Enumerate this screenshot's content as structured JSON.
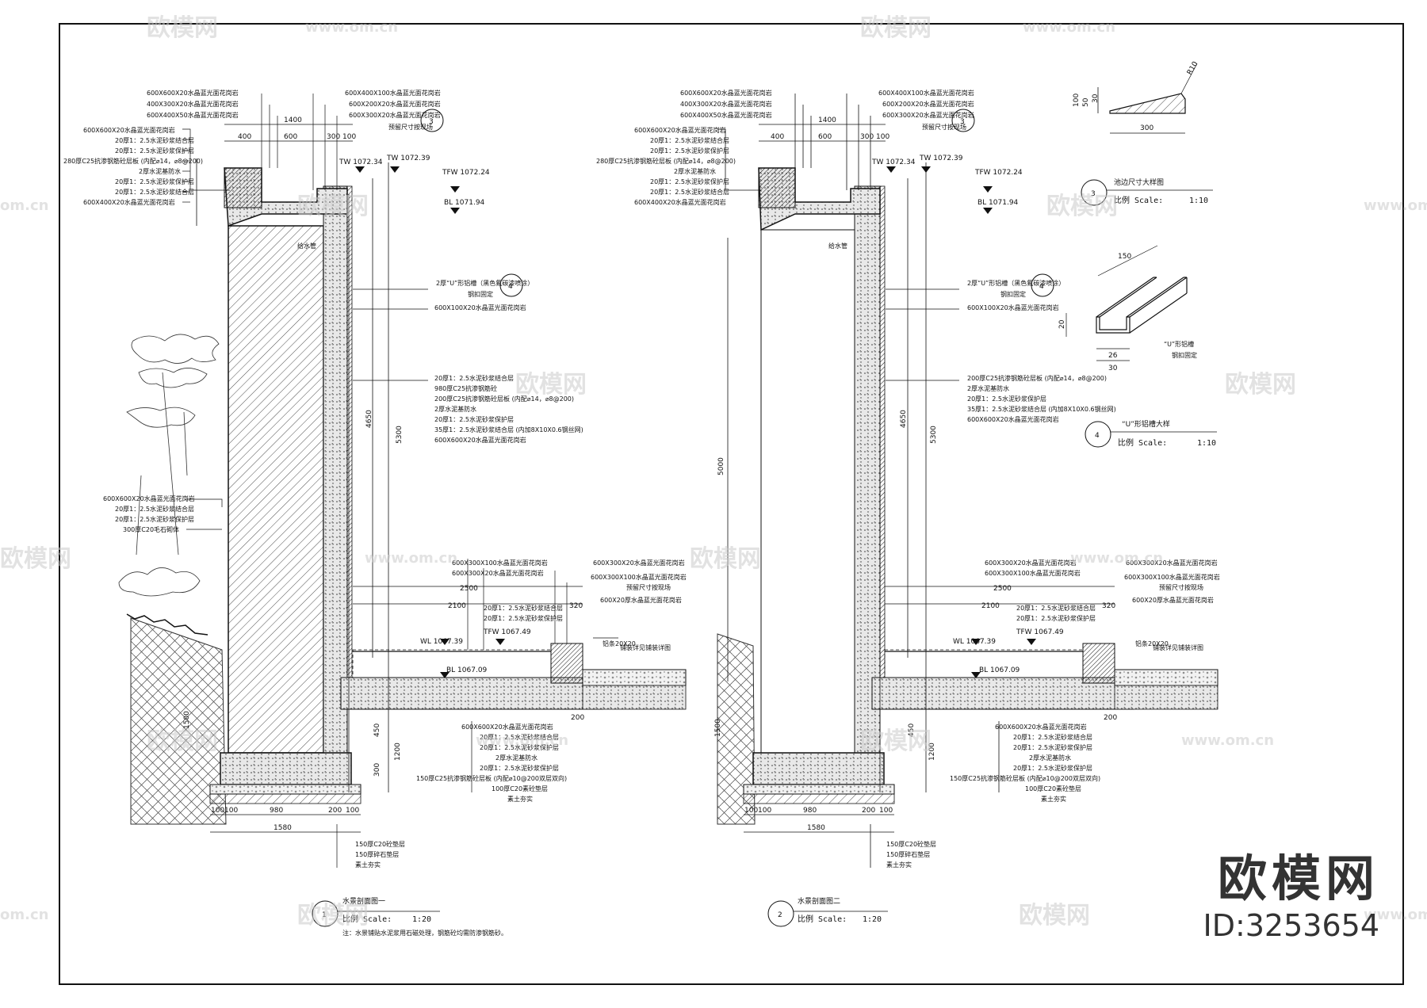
{
  "watermark": {
    "logo_text": "欧模网",
    "url_text": "www.om.cn",
    "url_short": "om.cn"
  },
  "stamp": {
    "logo": "欧模网",
    "id": "ID:3253654"
  },
  "section1": {
    "top_callouts": [
      "600X600X20水晶蓝光面花岗岩",
      "400X300X20水晶蓝光面花岗岩",
      "600X400X50水晶蓝光面花岗岩"
    ],
    "top_right_callouts": [
      "600X400X100水晶蓝光面花岗岩",
      "600X200X20水晶蓝光面花岗岩",
      "600X300X20水晶蓝光面花岗岩"
    ],
    "left_callouts": [
      "600X600X20水晶蓝光面花岗岩",
      "20厚1：2.5水泥砂浆结合层",
      "20厚1：2.5水泥砂浆保护层",
      "280厚C25抗渗钢筋砼层板 (内配⌀14，⌀8@200)",
      "2厚水泥基防水",
      "20厚1：2.5水泥砂浆保护层",
      "20厚1：2.5水泥砂浆结合层",
      "600X400X20水晶蓝光面花岗岩"
    ],
    "dims_top": [
      "1400",
      "400",
      "600",
      "300",
      "100"
    ],
    "tw1": "TW 1072.34",
    "tw2": "TW 1072.39",
    "tfw": "TFW 1072.24",
    "bl": "BL 1071.94",
    "side_note": "预留尺寸按现场",
    "drain_note": "给水管",
    "ref3": "3",
    "ref4": "4",
    "u_callouts": [
      "2厚“U”形铝槽（黑色氟碳漆喷涂）",
      "钢扣固定"
    ],
    "wall_callout": "600X100X20水晶蓝光面花岗岩",
    "mid_callouts": [
      "20厚1：2.5水泥砂浆结合层",
      "980厚C25抗渗钢筋砼",
      "200厚C25抗渗钢筋砼层板 (内配⌀14，⌀8@200)",
      "2厚水泥基防水",
      "20厚1：2.5水泥砂浆保护层",
      "35厚1：2.5水泥砂浆结合层 (内加8X10X0.6钢丝网)",
      "600X600X20水晶蓝光面花岗岩"
    ],
    "left_mid_callouts": [
      "600X600X20水晶蓝光面花岗岩",
      "20厚1：2.5水泥砂浆结合层",
      "20厚1：2.5水泥砂浆保护层",
      "300厚C20毛石砌体"
    ],
    "dims_vert": [
      "4650",
      "5300",
      "5000",
      "1500",
      "450",
      "300",
      "1200"
    ],
    "pool_callouts": [
      "600X300X100水晶蓝光面花岗岩",
      "600X300X20水晶蓝光面花岗岩",
      "20厚1：2.5水泥砂浆结合层",
      "20厚1：2.5水泥砂浆保护层"
    ],
    "pool_right_callouts": [
      "600X300X20水晶蓝光面花岗岩",
      "600X300X100水晶蓝光面花岗岩",
      "预留尺寸按现场",
      "600X20厚水晶蓝光面花岗岩"
    ],
    "dims_pool": [
      "2500",
      "2100",
      "320"
    ],
    "wl": "WL 1067.39",
    "tfw_pool": "TFW 1067.49",
    "bl_pool": "BL 1067.09",
    "edge_callouts": [
      "铝条20X20",
      "铺装详见铺装详图"
    ],
    "bottom_callouts": [
      "600X600X20水晶蓝光面花岗岩",
      "20厚1：2.5水泥砂浆结合层",
      "20厚1：2.5水泥砂浆保护层",
      "2厚水泥基防水",
      "20厚1：2.5水泥砂浆保护层",
      "150厚C25抗渗钢筋砼层板 (内配⌀10@200双层双向)",
      "100厚C20素砼垫层",
      "素土夯实"
    ],
    "dims_base": [
      "100",
      "100",
      "980",
      "200",
      "100",
      "1580",
      "200"
    ],
    "found_callouts": [
      "150厚C20砼垫层",
      "150厚碎石垫层",
      "素土夯实"
    ],
    "title_num": "1",
    "title": "水景剖面图一",
    "scale_label": "比例 Scale:",
    "scale_val": "1:20",
    "note": "注：水景铺贴水泥浆用石磁处理，钢筋砼均需防渗钢筋砂。"
  },
  "section2": {
    "title_num": "2",
    "title": "水景剖面图二",
    "scale_label": "比例 Scale:",
    "scale_val": "1:20"
  },
  "detail3": {
    "dims": [
      "100",
      "50",
      "30",
      "300"
    ],
    "radius": "R10",
    "num": "3",
    "title": "池边尺寸大样图",
    "scale_label": "比例 Scale:",
    "scale_val": "1:10"
  },
  "detail4": {
    "dims": [
      "150",
      "20",
      "26",
      "30"
    ],
    "callouts": [
      "“U”形铝槽",
      "钢扣固定"
    ],
    "num": "4",
    "title": "“U”形铝槽大样",
    "scale_label": "比例 Scale:",
    "scale_val": "1:10"
  }
}
